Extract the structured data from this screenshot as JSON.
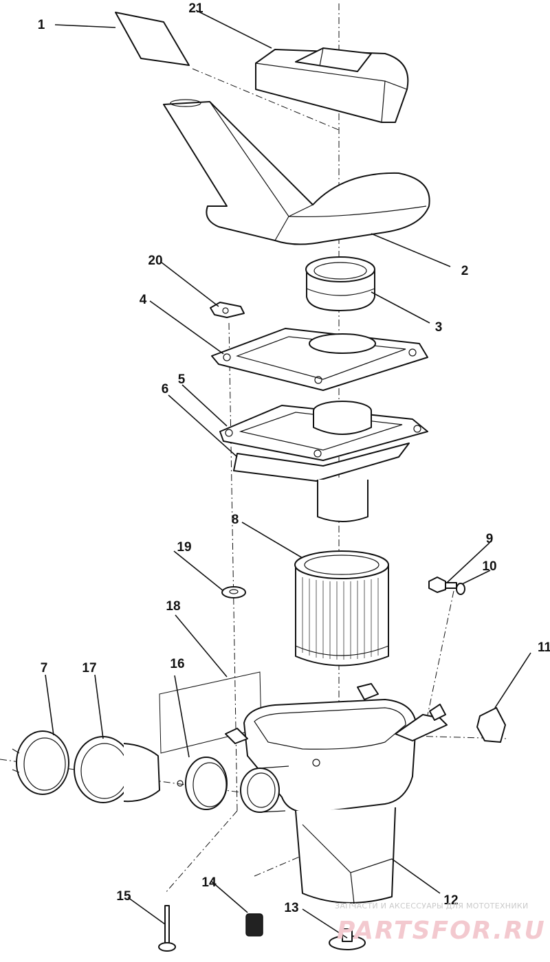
{
  "parts": {
    "p1": "1",
    "p2": "2",
    "p3": "3",
    "p4": "4",
    "p5": "5",
    "p6": "6",
    "p7": "7",
    "p8": "8",
    "p9": "9",
    "p10": "10",
    "p11": "11",
    "p12": "12",
    "p13": "13",
    "p14": "14",
    "p15": "15",
    "p16": "16",
    "p17": "17",
    "p18": "18",
    "p19": "19",
    "p20": "20",
    "p21": "21"
  },
  "watermark": {
    "caption": "ЗАПЧАСТИ И АКСЕССУАРЫ ДЛЯ МОТОТЕХНИКИ",
    "brand": "PARTSFOR.RU"
  },
  "colors": {
    "line": "#111111",
    "watermark_text": "#c9c9c9",
    "watermark_brand": "#f3c9cf"
  }
}
